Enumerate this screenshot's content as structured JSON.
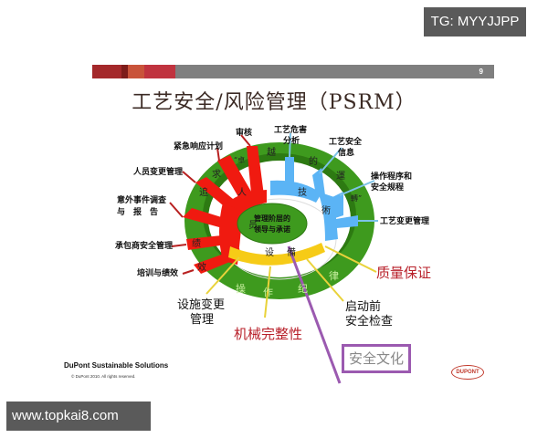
{
  "watermarks": {
    "top": "TG: MYYJJPP",
    "bottom": "www.topkai8.com"
  },
  "slide": {
    "page_number": "9",
    "title": "工艺安全/风险管理（PSRM）",
    "bar_colors": [
      "#a4282a",
      "#7d1c1a",
      "#c9533a",
      "#c0333f",
      "#7f7f7f"
    ]
  },
  "diagram": {
    "center": {
      "line1": "管理阶层的",
      "line2": "领导与承诺"
    },
    "outer_ring_text": [
      "追",
      "求",
      "“卓",
      "越",
      "的",
      "運",
      "轉”",
      "绩",
      "效",
      "操",
      "作",
      "纪",
      "律"
    ],
    "inner_red_text": [
      "人",
      "员"
    ],
    "inner_blue_text": [
      "技",
      "術"
    ],
    "inner_yellow_text": [
      "设",
      "備"
    ],
    "people_elements": [
      "审核",
      "紧急响应计划",
      "人员变更管理",
      "意外事件调查",
      "与　报　告",
      "承包商安全管理",
      "培训与绩效"
    ],
    "technology_elements": [
      "工艺危害",
      "分析",
      "工艺安全",
      "信息",
      "操作程序和",
      "安全规程",
      "工艺变更管理"
    ],
    "facility_elements": [
      "质量保证",
      "启动前",
      "安全检查",
      "机械完整性",
      "设施变更",
      "管理"
    ],
    "culture_label": "安全文化",
    "colors": {
      "ring_green": "#3e9a1e",
      "ring_dark": "#2d7a12",
      "red": "#f01a10",
      "blue": "#5bb4f5",
      "yellow": "#f6cb17",
      "purple": "#9b5ab0",
      "big_red_text": "#b8202a"
    }
  },
  "footer": {
    "company": "DuPont Sustainable Solutions",
    "copyright": "© DuPont 2010. All rights reserved.",
    "logo": "DUPONT"
  }
}
